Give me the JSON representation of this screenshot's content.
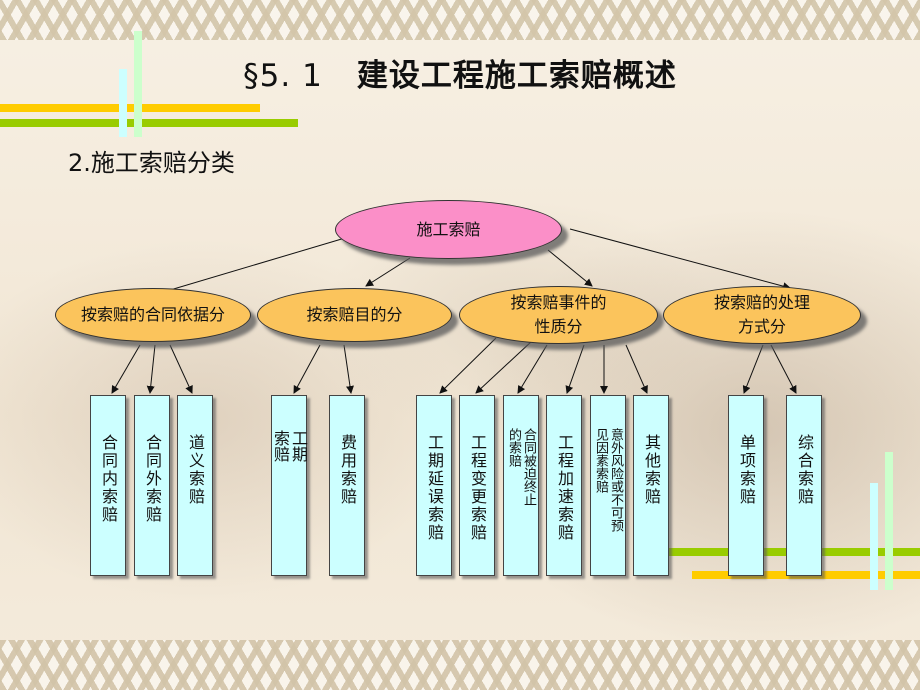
{
  "slide": {
    "section": "§5. 1",
    "title": "建设工程施工索赔概述",
    "subtitle": "2.施工索赔分类"
  },
  "diagram": {
    "root": {
      "label": "施工索赔",
      "color": "#fb8fc8"
    },
    "categories": [
      {
        "label": "按索赔的合同依据分",
        "color": "#fbc45c",
        "children": [
          "合同内索赔",
          "合同外索赔",
          "道义索赔"
        ]
      },
      {
        "label": "按索赔目的分",
        "color": "#fbc45c",
        "children": [
          "工期索赔",
          "费用索赔"
        ]
      },
      {
        "label": "按索赔事件的性质分",
        "label_lines": [
          "按索赔事件的",
          "性质分"
        ],
        "color": "#fbc45c",
        "children": [
          "工期延误索赔",
          "工程变更索赔",
          "合同被迫终止的索赔",
          "工程加速索赔",
          "意外风险或不可预见因素索赔",
          "其他索赔"
        ]
      },
      {
        "label": "按索赔的处理方式分",
        "label_lines": [
          "按索赔的处理",
          "方式分"
        ],
        "color": "#fbc45c",
        "children": [
          "单项索赔",
          "综合索赔"
        ]
      }
    ],
    "leaf_color": "#ccffff"
  },
  "decor": {
    "accent_yellow": "#ffcc00",
    "accent_green": "#99cc00",
    "accent_cyan": "#ccffff",
    "accent_mint": "#ccffcc"
  }
}
